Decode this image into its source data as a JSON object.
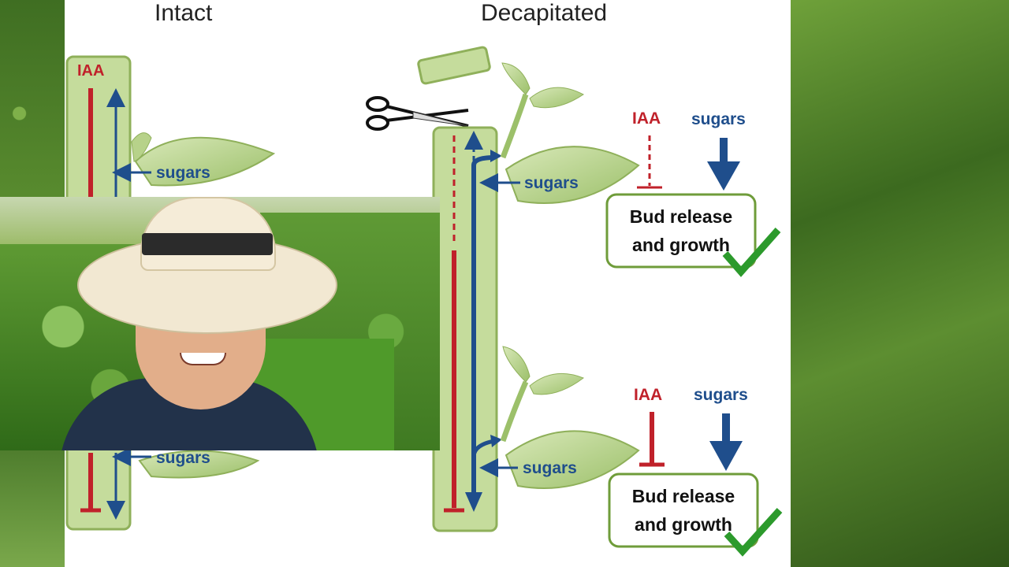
{
  "diagram": {
    "title_intact": "Intact",
    "title_decapitated": "Decapitated",
    "intact": {
      "iaa": "IAA",
      "sugars_top": "sugars",
      "sugars_bottom": "sugars"
    },
    "decapitated": {
      "sugars_top": "sugars",
      "sugars_bottom": "sugars",
      "top_panel": {
        "iaa": "IAA",
        "sugars": "sugars",
        "box_line1": "Bud release",
        "box_line2": "and growth"
      },
      "bottom_panel": {
        "iaa": "IAA",
        "sugars": "sugars",
        "box_line1": "Bud release",
        "box_line2": "and growth"
      }
    }
  },
  "colors": {
    "iaa_red": "#c0212a",
    "sugar_blue": "#1f4e8c",
    "stem_green": "#c5dc9c",
    "stem_border": "#8fb05a",
    "check_green": "#2c9a2c",
    "box_border": "#6f9c3a"
  },
  "icons": [
    "scissors-icon",
    "checkmark-icon",
    "leaf-icon"
  ]
}
